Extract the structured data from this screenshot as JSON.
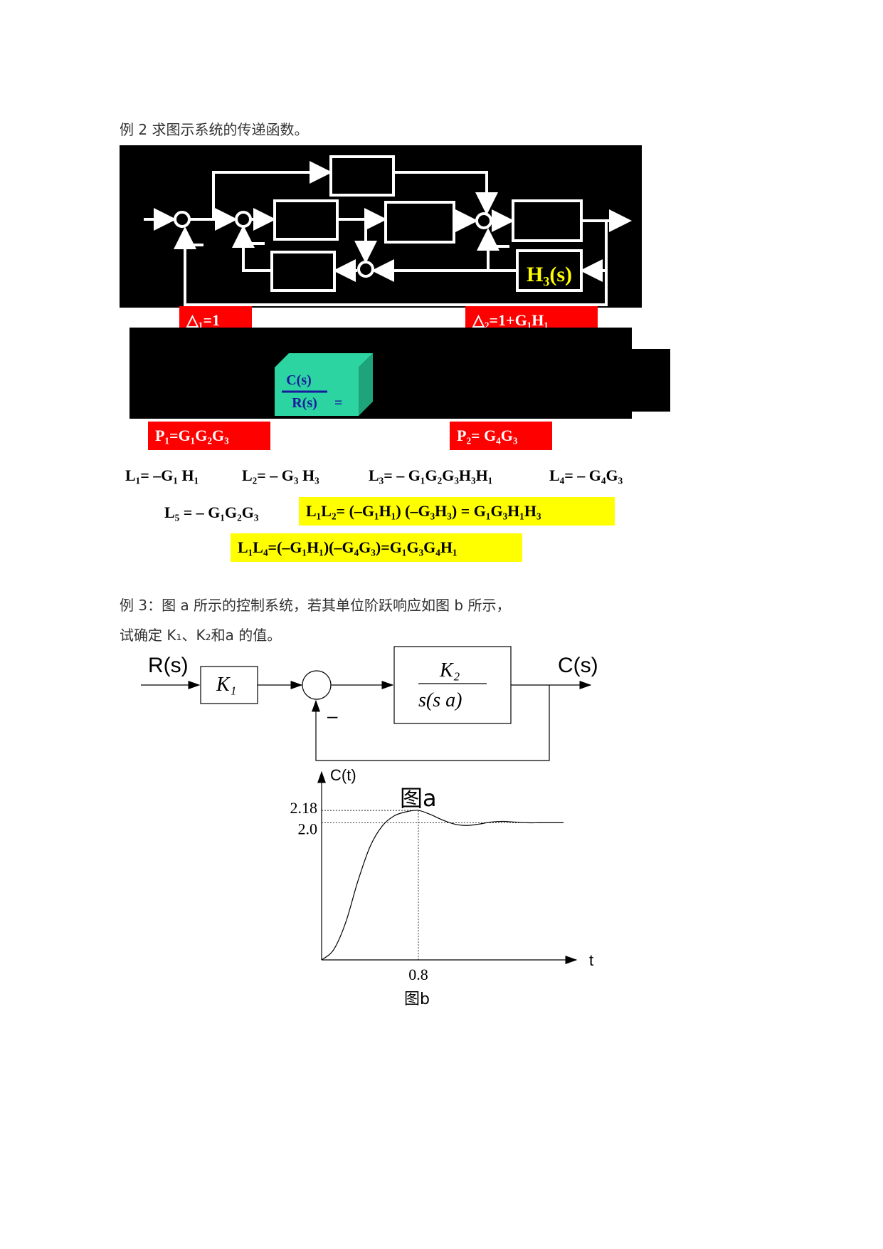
{
  "example2": {
    "heading": "例 2    求图示系统的传递函数。",
    "h3_label": "H₃(s)",
    "delta1": "△₁=1",
    "delta2": "△₂=1+G₁H₁",
    "fraction_num": "C(s)",
    "fraction_den": "R(s)",
    "fraction_eq": "=",
    "p1": "P₁=G₁G₂G₃",
    "p2": "P₂= G₄G₃",
    "l1": "L₁= –G₁ H₁",
    "l2": "L₂= – G₃ H₃",
    "l3": "L₃= – G₁G₂G₃H₃H₁",
    "l4": "L₄= – G₄G₃",
    "l5": "L₅ = – G₁G₂G₃",
    "l1l2": "L₁L₂= (–G₁H₁) (–G₃H₃) = G₁G₃H₁H₃",
    "l1l4": "L₁L₄=(–G₁H₁)(–G₄G₃)=G₁G₃G₄H₁"
  },
  "example3": {
    "heading_line1": "例 3：图 a 所示的控制系统，若其单位阶跃响应如图 b 所示，",
    "heading_line2": "试确定 K₁、K₂和a 的值。",
    "input_label": "R(s)",
    "output_label": "C(s)",
    "k1_block": "K₁",
    "tf_num": "K₂",
    "tf_den": "s(s  a)",
    "minus_sign": "–",
    "fig_a_caption": "图a",
    "fig_b_caption": "图b",
    "y_axis_label": "C(t)",
    "x_axis_label": "t"
  },
  "chart_data": {
    "type": "line",
    "title": "",
    "xlabel": "t",
    "ylabel": "C(t)",
    "y_ticks": [
      "2.18",
      "2.0"
    ],
    "x_ticks": [
      "0.8"
    ],
    "series": [
      {
        "x": [
          0,
          0.1,
          0.2,
          0.3,
          0.4,
          0.5,
          0.6,
          0.7,
          0.8,
          0.9,
          1.0,
          1.1,
          1.2,
          1.3,
          1.4,
          1.5,
          1.6,
          1.7,
          1.8,
          1.9,
          2.0
        ],
        "values": [
          0,
          0.15,
          0.55,
          1.15,
          1.65,
          1.95,
          2.1,
          2.16,
          2.18,
          2.12,
          2.04,
          1.98,
          1.96,
          1.98,
          2.01,
          2.02,
          2.01,
          2.0,
          2.0,
          2.0,
          2.0
        ]
      }
    ],
    "ylim": [
      0,
      2.7
    ],
    "xlim": [
      0,
      2.0
    ],
    "steady_state": 2.0,
    "peak": {
      "x": 0.8,
      "y": 2.18
    }
  }
}
